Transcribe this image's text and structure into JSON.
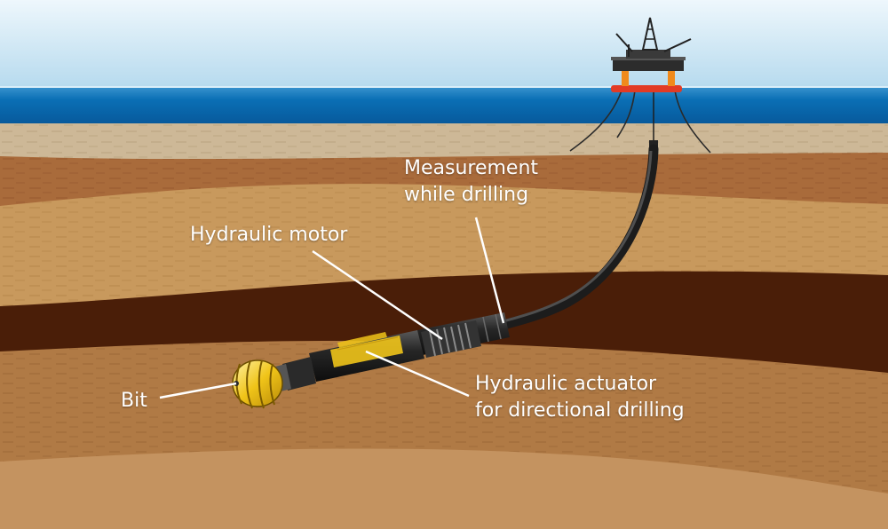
{
  "labels": {
    "measurement_while_drilling": [
      "Measurement",
      "while drilling"
    ],
    "hydraulic_motor": "Hydraulic motor",
    "bit": "Bit",
    "hydraulic_actuator": [
      "Hydraulic actuator",
      "for directional drilling"
    ]
  },
  "colors": {
    "sky_top": "#e3f1f9",
    "sky_bottom": "#b9dcef",
    "sea": "#0a6fb5",
    "seabed_sand": "#cdb897",
    "earth_light": "#c89a5e",
    "earth_medium": "#a76a3c",
    "earth_dark": "#4a1e08",
    "drill_string": "#1e1e1e",
    "actuator_yellow": "#f0c419",
    "platform_red": "#e23b25",
    "label_text": "#ffffff"
  }
}
